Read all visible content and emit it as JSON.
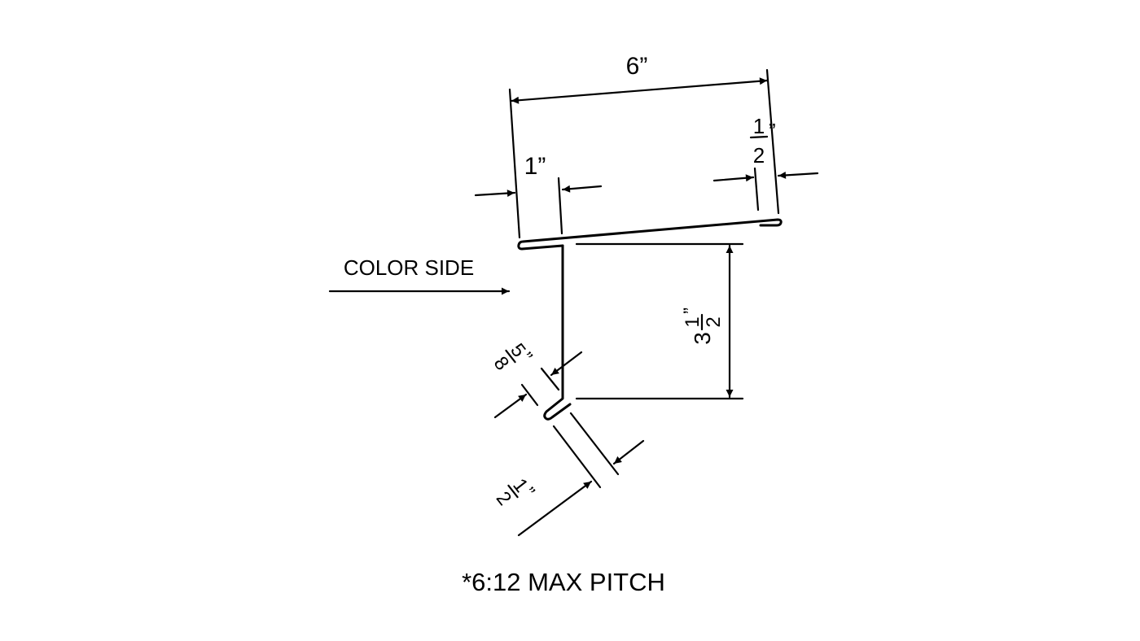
{
  "drawing": {
    "label_color_side": "COLOR SIDE",
    "note": "*6:12 MAX PITCH",
    "dimensions": {
      "top_width": "6”",
      "left_hem": "1”",
      "right_hem_num": "1",
      "right_hem_den": "2",
      "right_hem_unit": "”",
      "leg_height_whole": "3",
      "leg_height_num": "1",
      "leg_height_den": "2",
      "leg_height_unit": "”",
      "kick_num": "5",
      "kick_den": "8",
      "kick_unit": "”",
      "bottom_hem_num": "1",
      "bottom_hem_den": "2",
      "bottom_hem_unit": "”"
    },
    "colors": {
      "line": "#000000",
      "background": "#ffffff"
    }
  }
}
